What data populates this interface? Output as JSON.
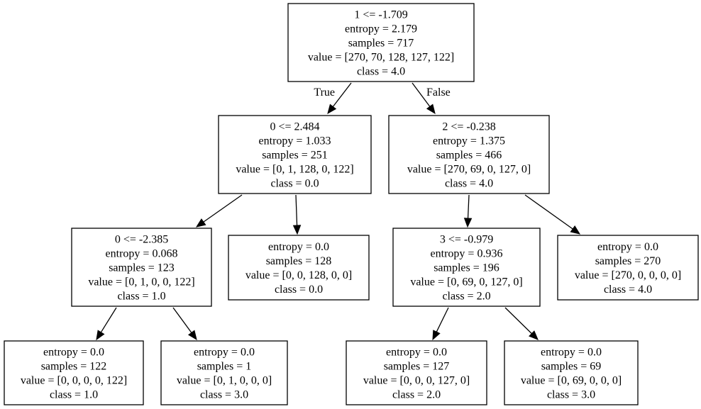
{
  "tree": {
    "nodes": [
      {
        "id": "n0",
        "lines": [
          "1 <= -1.709",
          "entropy = 2.179",
          "samples = 717",
          "value = [270, 70, 128, 127, 122]",
          "class = 4.0"
        ]
      },
      {
        "id": "n1",
        "lines": [
          "0 <= 2.484",
          "entropy = 1.033",
          "samples = 251",
          "value = [0, 1, 128, 0, 122]",
          "class = 0.0"
        ]
      },
      {
        "id": "n2",
        "lines": [
          "2 <= -0.238",
          "entropy = 1.375",
          "samples = 466",
          "value = [270, 69, 0, 127, 0]",
          "class = 4.0"
        ]
      },
      {
        "id": "n3",
        "lines": [
          "0 <= -2.385",
          "entropy = 0.068",
          "samples = 123",
          "value = [0, 1, 0, 0, 122]",
          "class = 1.0"
        ]
      },
      {
        "id": "n4",
        "lines": [
          "entropy = 0.0",
          "samples = 128",
          "value = [0, 0, 128, 0, 0]",
          "class = 0.0"
        ]
      },
      {
        "id": "n5",
        "lines": [
          "3 <= -0.979",
          "entropy = 0.936",
          "samples = 196",
          "value = [0, 69, 0, 127, 0]",
          "class = 2.0"
        ]
      },
      {
        "id": "n6",
        "lines": [
          "entropy = 0.0",
          "samples = 270",
          "value = [270, 0, 0, 0, 0]",
          "class = 4.0"
        ]
      },
      {
        "id": "n7",
        "lines": [
          "entropy = 0.0",
          "samples = 122",
          "value = [0, 0, 0, 0, 122]",
          "class = 1.0"
        ]
      },
      {
        "id": "n8",
        "lines": [
          "entropy = 0.0",
          "samples = 1",
          "value = [0, 1, 0, 0, 0]",
          "class = 3.0"
        ]
      },
      {
        "id": "n9",
        "lines": [
          "entropy = 0.0",
          "samples = 127",
          "value = [0, 0, 0, 127, 0]",
          "class = 2.0"
        ]
      },
      {
        "id": "n10",
        "lines": [
          "entropy = 0.0",
          "samples = 69",
          "value = [0, 69, 0, 0, 0]",
          "class = 3.0"
        ]
      }
    ],
    "edges": [
      {
        "from": "n0",
        "to": "n1",
        "label": "True"
      },
      {
        "from": "n0",
        "to": "n2",
        "label": "False"
      },
      {
        "from": "n1",
        "to": "n3",
        "label": ""
      },
      {
        "from": "n1",
        "to": "n4",
        "label": ""
      },
      {
        "from": "n2",
        "to": "n5",
        "label": ""
      },
      {
        "from": "n2",
        "to": "n6",
        "label": ""
      },
      {
        "from": "n3",
        "to": "n7",
        "label": ""
      },
      {
        "from": "n3",
        "to": "n8",
        "label": ""
      },
      {
        "from": "n5",
        "to": "n9",
        "label": ""
      },
      {
        "from": "n5",
        "to": "n10",
        "label": ""
      }
    ]
  }
}
